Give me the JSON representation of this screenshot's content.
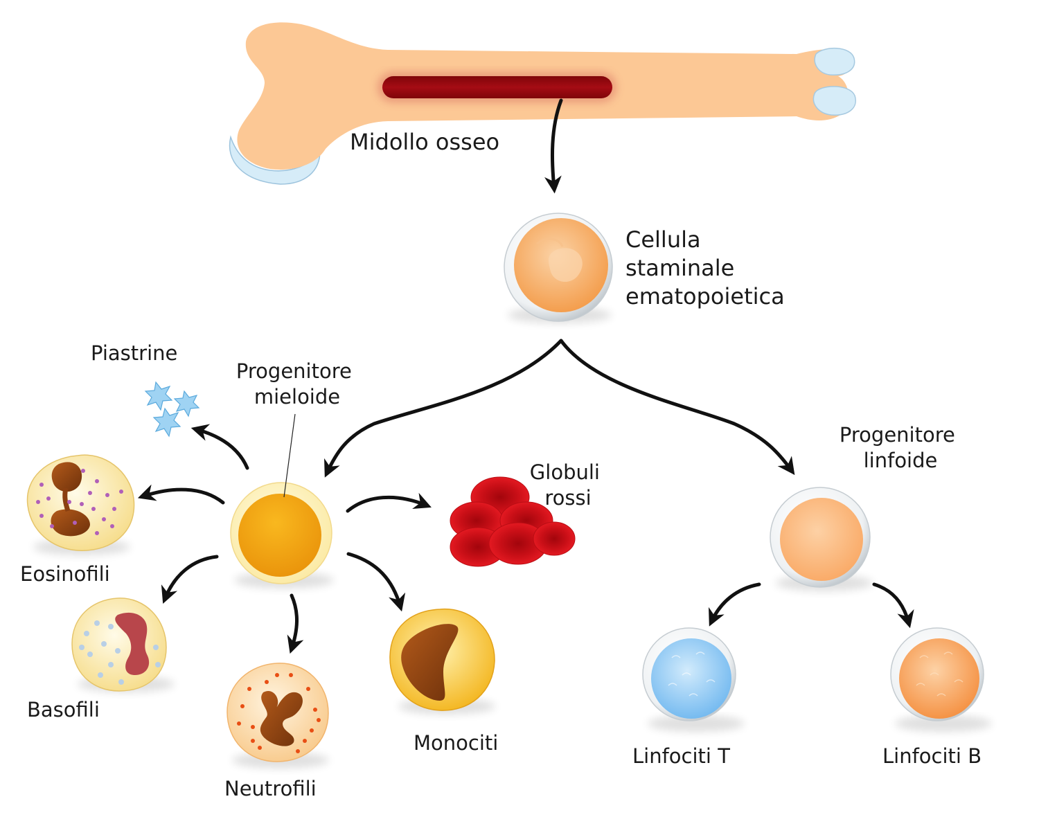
{
  "labels": {
    "bone_marrow": "Midollo osseo",
    "stem_cell": [
      "Cellula",
      "staminale",
      "ematopoietica"
    ],
    "myeloid_progenitor": [
      "Progenitore",
      "mieloide"
    ],
    "lymphoid_progenitor": [
      "Progenitore",
      "linfoide"
    ],
    "platelets": "Piastrine",
    "red_blood_cells": [
      "Globuli",
      "rossi"
    ],
    "eosinophils": "Eosinofili",
    "basophils": "Basofili",
    "neutrophils": "Neutrofili",
    "monocytes": "Monociti",
    "t_lymphocytes": "Linfociti T",
    "b_lymphocytes": "Linfociti B"
  },
  "colors": {
    "bone": "#fcc895",
    "marrow": "#9e0a12",
    "cartilage": "#d6ecf8",
    "arrow": "#111111",
    "stem_cell": "#f7a95e",
    "myeloid_cell": "#f5a80f",
    "lymphoid_cell": "#fbb47c",
    "red_cell": "#e0141c",
    "t_cell": "#9ccff7",
    "b_cell": "#f8a25a"
  }
}
